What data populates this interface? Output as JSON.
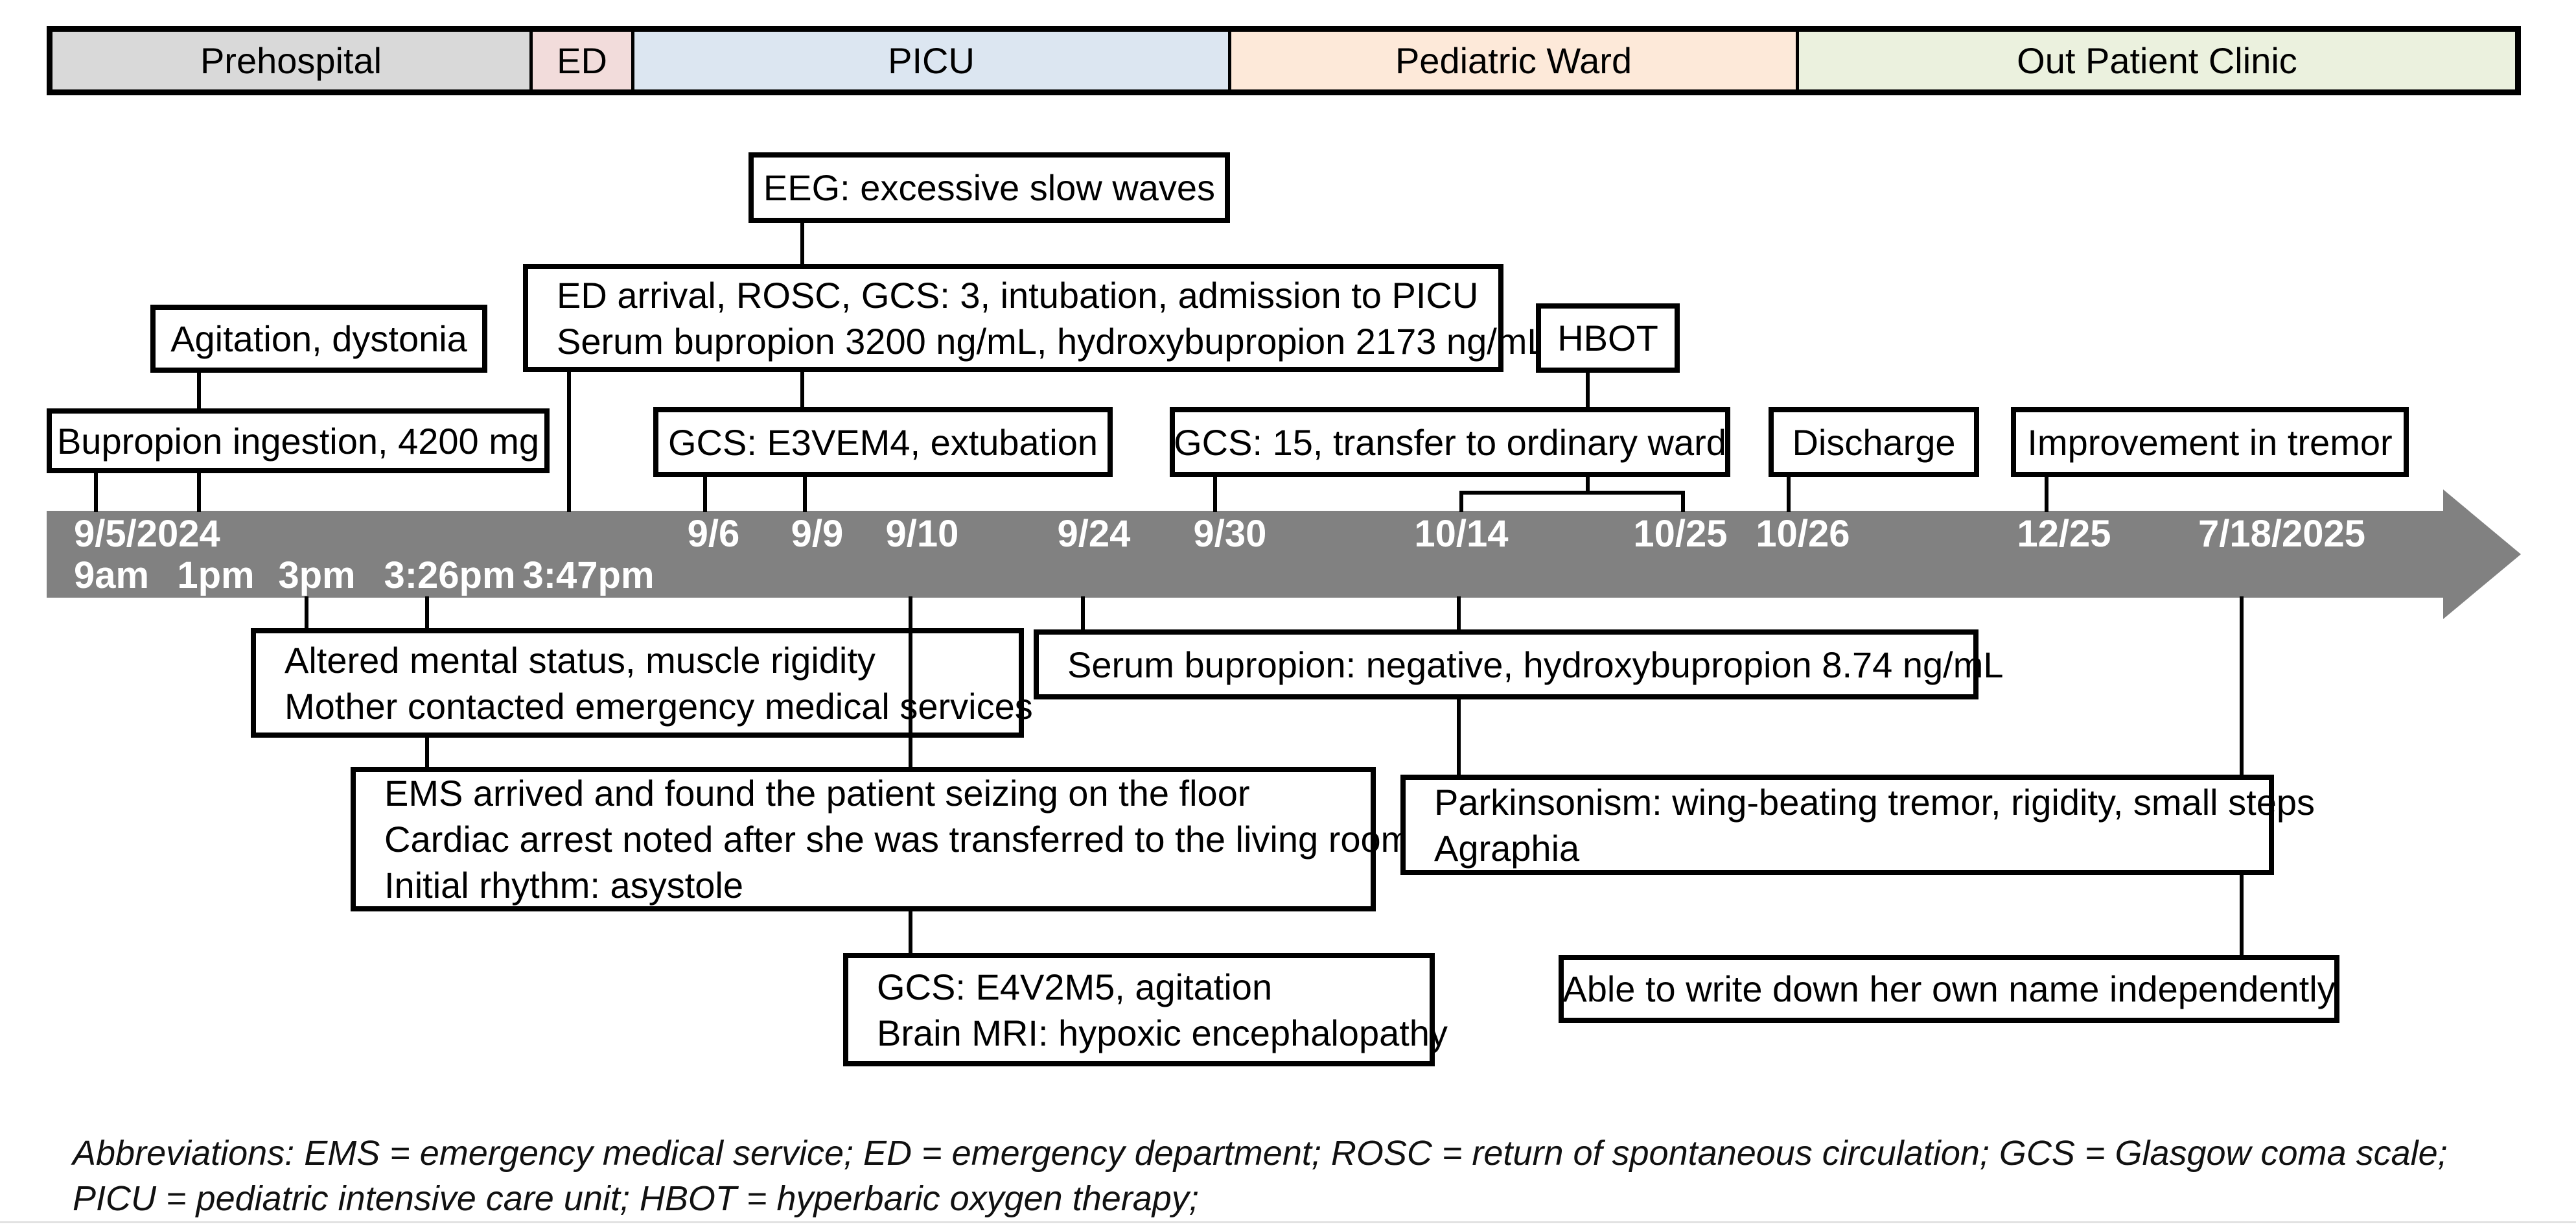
{
  "phases": [
    {
      "label": "Prehospital",
      "color": "#d9d9d9"
    },
    {
      "label": "ED",
      "color": "#f2dcdb"
    },
    {
      "label": "PICU",
      "color": "#dce6f1"
    },
    {
      "label": "Pediatric Ward",
      "color": "#fde9d9"
    },
    {
      "label": "Out Patient Clinic",
      "color": "#ebf1de"
    }
  ],
  "timeline": {
    "bar_color": "#818181",
    "dates": [
      "9/5/2024",
      "9/6",
      "9/9",
      "9/10",
      "9/24",
      "9/30",
      "10/14",
      "10/25",
      "10/26",
      "12/25",
      "7/18/2025"
    ],
    "times": [
      "9am",
      "1pm",
      "3pm",
      "3:26pm",
      "3:47pm"
    ]
  },
  "events_above": {
    "agitation": "Agitation, dystonia",
    "ingestion": "Bupropion ingestion, 4200 mg",
    "eeg": "EEG: excessive slow waves",
    "ed_arrival_line1": "ED arrival,  ROSC, GCS: 3, intubation,  admission to PICU",
    "ed_arrival_line2": "Serum bupropion 3200 ng/mL, hydroxybupropion 2173 ng/mL",
    "gcs_e3vem4": "GCS: E3VEM4, extubation",
    "hbot": "HBOT",
    "gcs_15": "GCS: 15, transfer to ordinary ward",
    "discharge": "Discharge",
    "improvement": "Improvement in tremor"
  },
  "events_below": {
    "altered_line1": "Altered mental status, muscle rigidity",
    "altered_line2": "Mother contacted emergency medical services",
    "ems_line1": "EMS arrived and found the patient seizing on the floor",
    "ems_line2": "Cardiac arrest noted after she was transferred to the living room",
    "ems_line3": "Initial rhythm: asystole",
    "gcs_e4v2m5_line1": "GCS: E4V2M5, agitation",
    "gcs_e4v2m5_line2": "Brain MRI: hypoxic encephalopathy",
    "serum_negative": "Serum bupropion: negative, hydroxybupropion 8.74 ng/mL",
    "parkinsonism_line1": "Parkinsonism: wing-beating tremor, rigidity, small steps",
    "parkinsonism_line2": "Agraphia",
    "able_to_write": "Able to write down her own name independently"
  },
  "footer": {
    "line1": "Abbreviations: EMS = emergency medical service; ED = emergency department; ROSC = return of spontaneous circulation; GCS = Glasgow coma scale;",
    "line2": "PICU = pediatric intensive care unit; HBOT = hyperbaric oxygen therapy;"
  }
}
